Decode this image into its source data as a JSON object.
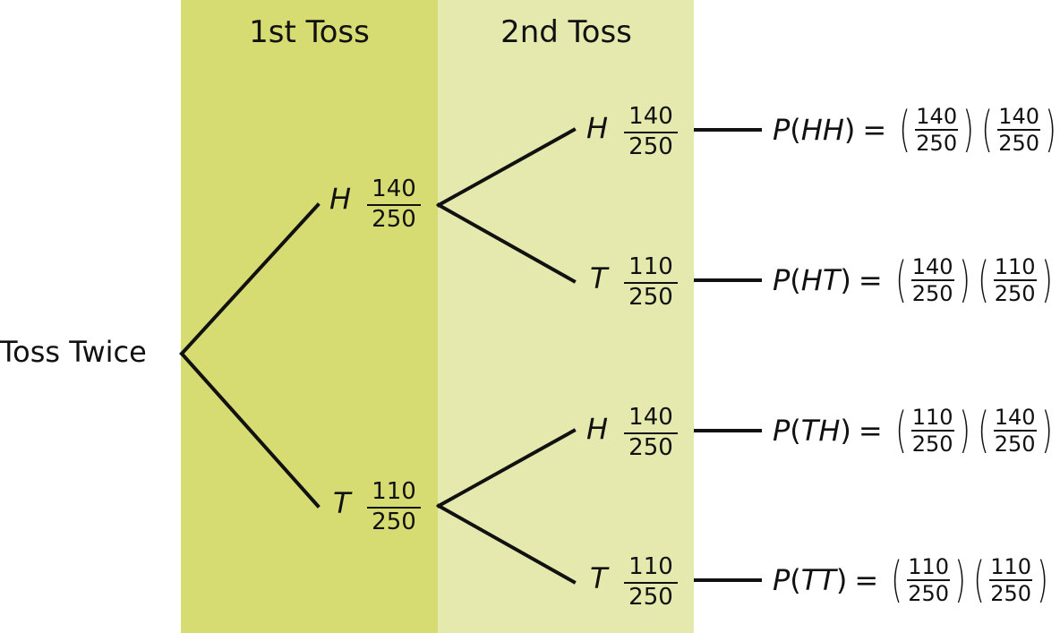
{
  "headers": {
    "first": "1st Toss",
    "second": "2nd Toss"
  },
  "root_label": "Toss Twice",
  "first_toss": [
    {
      "outcome": "H",
      "num": "140",
      "den": "250"
    },
    {
      "outcome": "T",
      "num": "110",
      "den": "250"
    }
  ],
  "second_toss": [
    {
      "outcome": "H",
      "num": "140",
      "den": "250"
    },
    {
      "outcome": "T",
      "num": "110",
      "den": "250"
    },
    {
      "outcome": "H",
      "num": "140",
      "den": "250"
    },
    {
      "outcome": "T",
      "num": "110",
      "den": "250"
    }
  ],
  "results": [
    {
      "p": "P",
      "lp": "(",
      "event": "HH",
      "rp": ")",
      "eq": "=",
      "f1n": "140",
      "f1d": "250",
      "f2n": "140",
      "f2d": "250"
    },
    {
      "p": "P",
      "lp": "(",
      "event": "HT",
      "rp": ")",
      "eq": "=",
      "f1n": "140",
      "f1d": "250",
      "f2n": "110",
      "f2d": "250"
    },
    {
      "p": "P",
      "lp": "(",
      "event": "TH",
      "rp": ")",
      "eq": "=",
      "f1n": "110",
      "f1d": "250",
      "f2n": "140",
      "f2d": "250"
    },
    {
      "p": "P",
      "lp": "(",
      "event": "TT",
      "rp": ")",
      "eq": "=",
      "f1n": "110",
      "f1d": "250",
      "f2n": "110",
      "f2d": "250"
    }
  ],
  "colors": {
    "first_column": "#d6dc72",
    "second_column": "#e6e9ae",
    "line": "#111111"
  }
}
